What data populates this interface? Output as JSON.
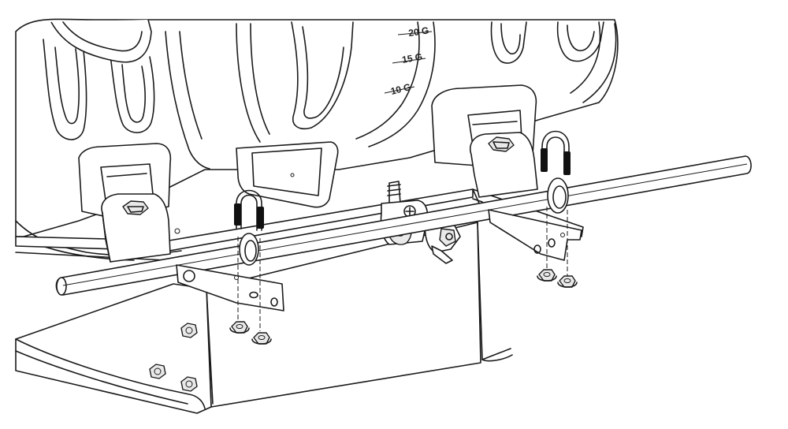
{
  "gauge_labels": {
    "g20": "20 G",
    "g15": "15 G",
    "g10": "10 G"
  }
}
